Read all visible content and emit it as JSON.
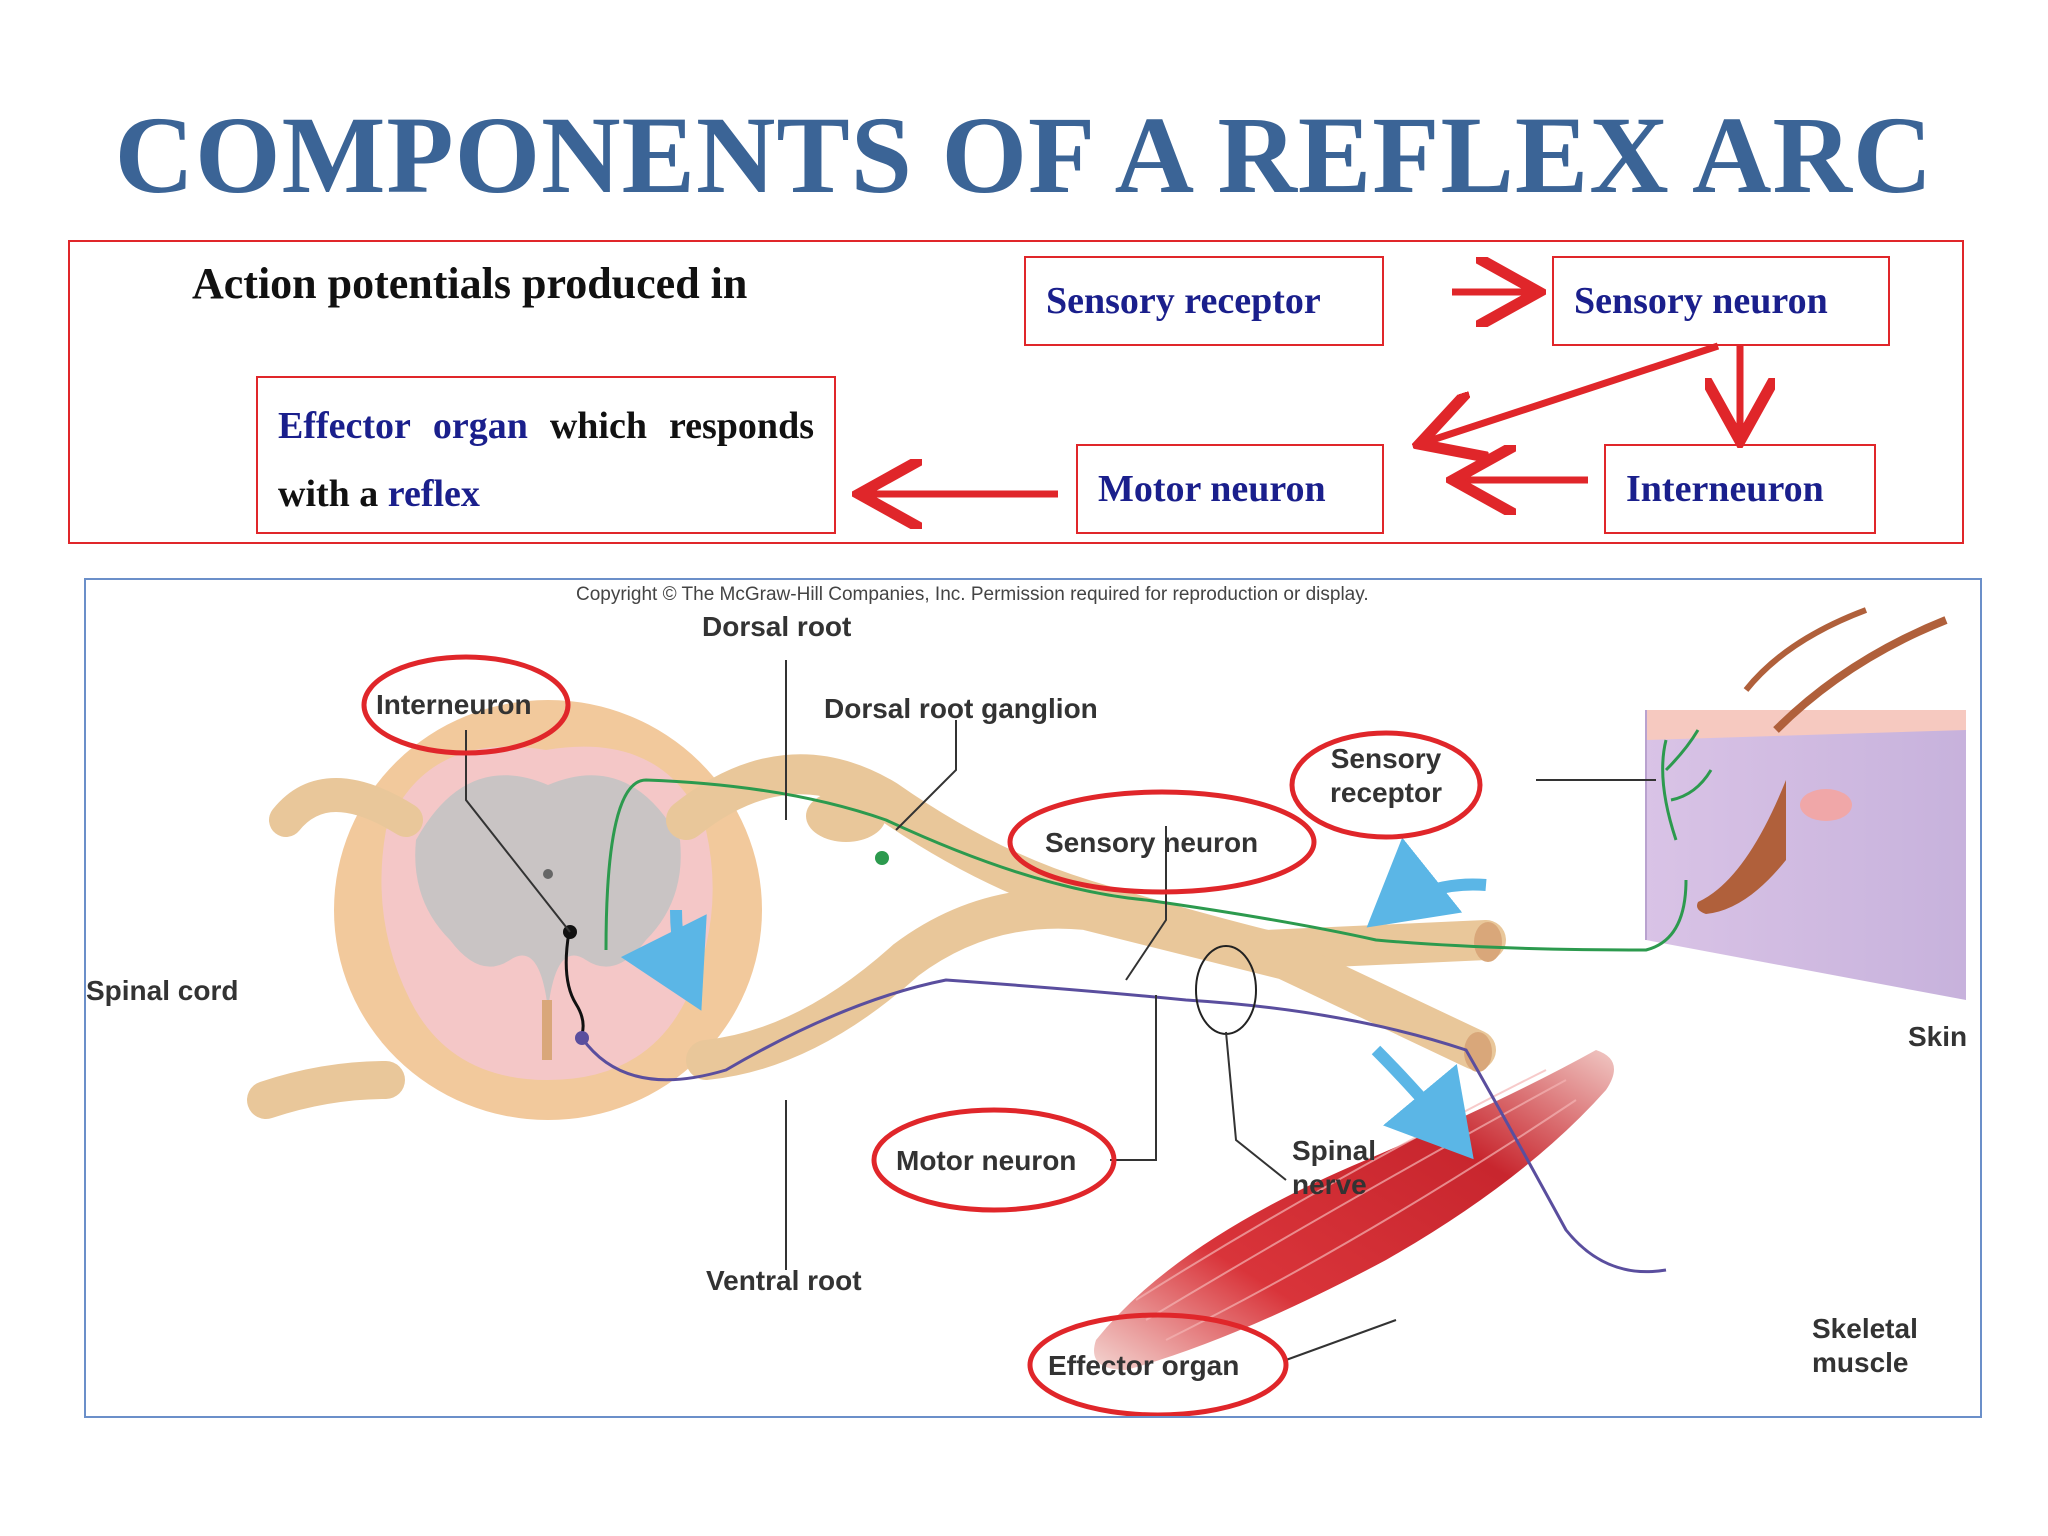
{
  "title": "COMPONENTS OF A REFLEX ARC",
  "flow": {
    "intro": "Action potentials produced in",
    "sensory_receptor": "Sensory receptor",
    "sensory_neuron": "Sensory neuron",
    "interneuron": "Interneuron",
    "motor_neuron": "Motor neuron",
    "effector": {
      "part1": "Effector",
      "part2": "organ",
      "part3": "which",
      "part4": "responds",
      "part5": "with a",
      "part6": "reflex"
    }
  },
  "figure": {
    "copyright": "Copyright © The McGraw-Hill Companies, Inc. Permission required for reproduction or display.",
    "labels": {
      "dorsal_root": "Dorsal root",
      "dorsal_root_ganglion": "Dorsal root ganglion",
      "interneuron": "Interneuron",
      "sensory_receptor_1": "Sensory",
      "sensory_receptor_2": "receptor",
      "sensory_neuron": "Sensory neuron",
      "spinal_cord": "Spinal cord",
      "skin": "Skin",
      "motor_neuron": "Motor neuron",
      "spinal_nerve_1": "Spinal",
      "spinal_nerve_2": "nerve",
      "ventral_root": "Ventral root",
      "effector_organ": "Effector organ",
      "skeletal_muscle_1": "Skeletal",
      "skeletal_muscle_2": "muscle"
    }
  },
  "colors": {
    "title": "#3b6496",
    "box_border": "#e0262a",
    "box_text": "#1a1f8c",
    "arrow": "#e0262a",
    "nerve_tan": "#e9c79a",
    "sensory_path": "#2c9a4e",
    "motor_path": "#5a4e9e",
    "reflex_arrow": "#5bb6e6"
  }
}
